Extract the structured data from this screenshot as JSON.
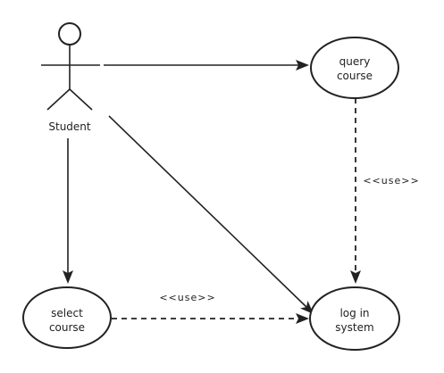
{
  "diagram": {
    "actor": {
      "label": "Student"
    },
    "use_cases": {
      "query_course": {
        "line1": "query",
        "line2": "course"
      },
      "select_course": {
        "line1": "select",
        "line2": "course"
      },
      "log_in_system": {
        "line1": "log in",
        "line2": "system"
      }
    },
    "relations": {
      "query_to_login": {
        "stereotype": "<<use>>"
      },
      "select_to_login": {
        "stereotype": "<<use>>"
      }
    }
  }
}
